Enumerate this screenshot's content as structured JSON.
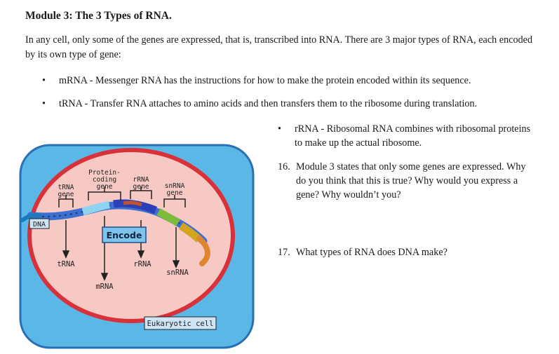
{
  "heading": "Module 3: The 3 Types of RNA.",
  "intro": "In any cell, only some of the genes are expressed, that is, transcribed into RNA.  There are 3 major types of RNA, each encoded by its own type of gene:",
  "bullets": [
    {
      "symbol": "•",
      "text": "mRNA - Messenger RNA has the instructions for how to make the protein encoded within its sequence."
    },
    {
      "symbol": "•",
      "text": "tRNA - Transfer RNA attaches to amino acids and then transfers them to the ribosome during translation."
    },
    {
      "symbol": "•",
      "text": "rRNA - Ribosomal RNA combines with ribosomal proteins to make up the actual ribosome."
    }
  ],
  "questions": [
    {
      "number": "16.",
      "text": "Module 3 states that only some genes are expressed. Why do you think that this is true?  Why would you express a gene?  Why wouldn’t you?"
    },
    {
      "number": "17.",
      "text": "What types of RNA does DNA make?"
    }
  ],
  "figure": {
    "gene_labels": {
      "trna_gene_line1": "tRNA",
      "trna_gene_line2": "gene",
      "protein_line1": "Protein-",
      "protein_line2": "coding",
      "protein_line3": "gene",
      "rrna_gene_line1": "rRNA",
      "rrna_gene_line2": "gene",
      "snrna_gene_line1": "snRNA",
      "snrna_gene_line2": "gene"
    },
    "dna_label": "DNA",
    "encode_label": "Encode",
    "products": {
      "trna": "tRNA",
      "mrna": "mRNA",
      "rrna": "rRNA",
      "snrna": "snRNA"
    },
    "cell_label": "Eukaryotic cell",
    "colors": {
      "cell_fill": "#5bb8e6",
      "cell_border": "#2a6fb5",
      "nucleus_fill": "#f6c9c4",
      "nucleus_border": "#d9313a",
      "encode_fill": "#7ec3ec",
      "label_box_fill": "#cfe4f5"
    }
  }
}
